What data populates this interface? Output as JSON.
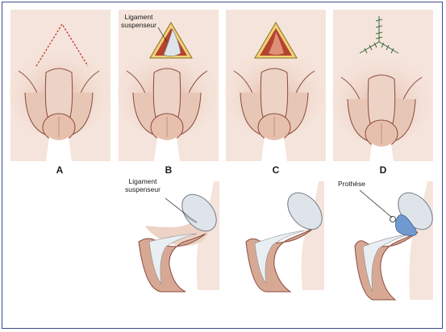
{
  "panels": [
    {
      "id": "A",
      "label": "A"
    },
    {
      "id": "B",
      "label": "B",
      "callout_line1": "Ligament",
      "callout_line2": "suspenseur"
    },
    {
      "id": "C",
      "label": "C"
    },
    {
      "id": "D",
      "label": "D"
    }
  ],
  "profiles": {
    "B": {
      "callout_line1": "Ligament",
      "callout_line2": "suspenseur"
    },
    "D": {
      "callout": "Prothèse"
    }
  },
  "colors": {
    "panel_bg": "#f5e4db",
    "skin": "#ecd3c6",
    "skin_shadow": "#d7a995",
    "outline": "#8a4a3c",
    "incision": "#c0392b",
    "wound_yellow": "#f2d27a",
    "wound_red": "#b5432e",
    "ligament_gray": "#dfe4ea",
    "prosthesis_blue": "#6f99cf",
    "suture_green": "#3e6b3a",
    "frame": "#3b4a8c"
  }
}
